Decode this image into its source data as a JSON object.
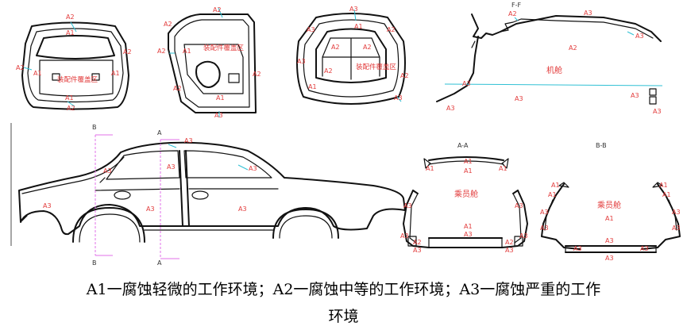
{
  "labels": {
    "a1": "A1",
    "a2": "A2",
    "a3": "A3"
  },
  "parts": {
    "cover_area": "装配件覆盖区",
    "engine_bay": "机舱",
    "passenger_cabin": "乘员舱"
  },
  "sections": {
    "a_a": "A-A",
    "b_b": "B-B",
    "f_f": "F-F",
    "a": "A",
    "b": "B"
  },
  "caption": {
    "line1": "A1一腐蚀轻微的工作环境；A2一腐蚀中等的工作环境；A3一腐蚀严重的工作",
    "line2": "环境"
  },
  "colors": {
    "zone_text": "#e23a3a",
    "leader_line": "#2fc0d4",
    "section_line": "#e070e8",
    "outline": "#111111"
  }
}
